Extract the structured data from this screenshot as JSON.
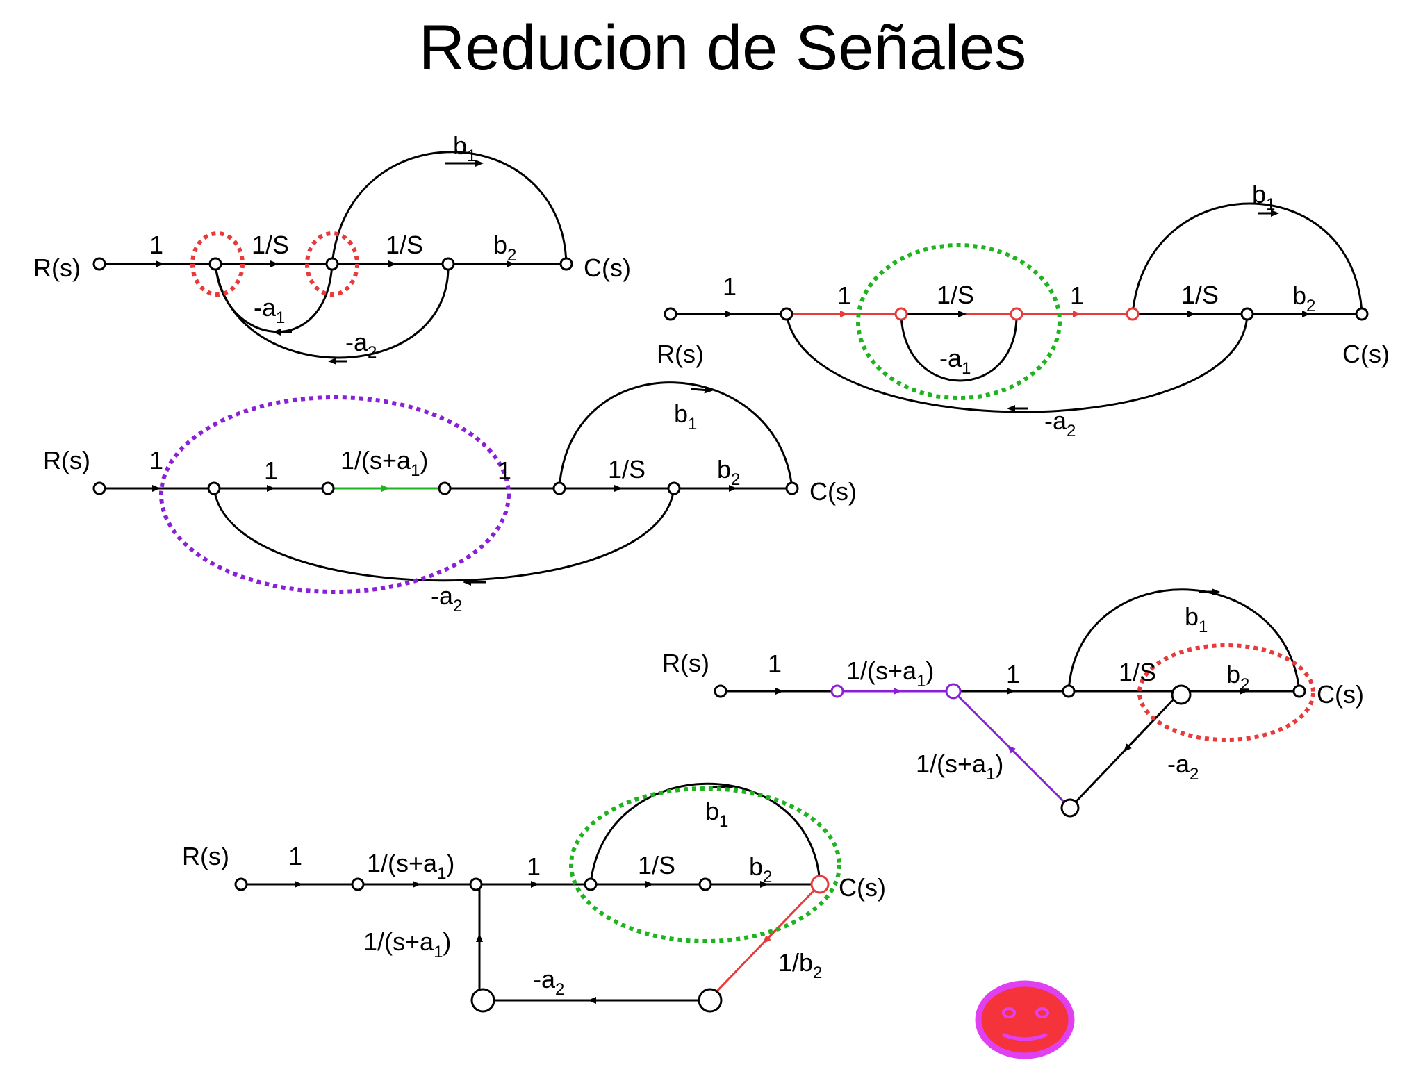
{
  "title": "Reducion de Señales",
  "colors": {
    "highlight_red": "#e83a3a",
    "highlight_green": "#1fb31f",
    "highlight_purple": "#8b1fd8",
    "smiley_face": "#f5333a",
    "smiley_rim": "#e040f0"
  },
  "diagram1": {
    "input": "R(s)",
    "output": "C(s)",
    "gain_1": "1",
    "gain_1s_a": "1/S",
    "gain_1s_b": "1/S",
    "b1": "b",
    "b1_sub": "1",
    "b2": "b",
    "b2_sub": "2",
    "fb_a1": "-a",
    "fb_a1_sub": "1",
    "fb_a2": "-a",
    "fb_a2_sub": "2"
  },
  "diagram2": {
    "input": "R(s)",
    "output": "C(s)",
    "gain_1a": "1",
    "gain_1b": "1",
    "gain_1c": "1",
    "gain_1s_a": "1/S",
    "gain_1s_b": "1/S",
    "b1": "b",
    "b1_sub": "1",
    "b2": "b",
    "b2_sub": "2",
    "fb_a1": "-a",
    "fb_a1_sub": "1",
    "fb_a2": "-a",
    "fb_a2_sub": "2"
  },
  "diagram3": {
    "input": "R(s)",
    "output": "C(s)",
    "gain_1a": "1",
    "gain_1b": "1",
    "gain_1c": "1",
    "tf_label": "1/(s+a",
    "tf_sub": "1",
    "tf_close": ")",
    "gain_1s": "1/S",
    "b1": "b",
    "b1_sub": "1",
    "b2": "b",
    "b2_sub": "2",
    "fb_a2": "-a",
    "fb_a2_sub": "2"
  },
  "diagram4": {
    "input": "R(s)",
    "output": "C(s)",
    "gain_1a": "1",
    "gain_1b": "1",
    "tf_label": "1/(s+a",
    "tf_sub": "1",
    "tf_close": ")",
    "tf2_label": "1/(s+a",
    "tf2_sub": "1",
    "tf2_close": ")",
    "gain_1s": "1/S",
    "b1": "b",
    "b1_sub": "1",
    "b2": "b",
    "b2_sub": "2",
    "fb_a2": "-a",
    "fb_a2_sub": "2"
  },
  "diagram5": {
    "input": "R(s)",
    "output": "C(s)",
    "gain_1a": "1",
    "gain_1b": "1",
    "tf_label": "1/(s+a",
    "tf_sub": "1",
    "tf_close": ")",
    "tf2_label": "1/(s+a",
    "tf2_sub": "1",
    "tf2_close": ")",
    "gain_1s": "1/S",
    "b1": "b",
    "b1_sub": "1",
    "b2": "b",
    "b2_sub": "2",
    "fb_a2": "-a",
    "fb_a2_sub": "2",
    "inv_b2": "1/b",
    "inv_b2_sub": "2"
  }
}
